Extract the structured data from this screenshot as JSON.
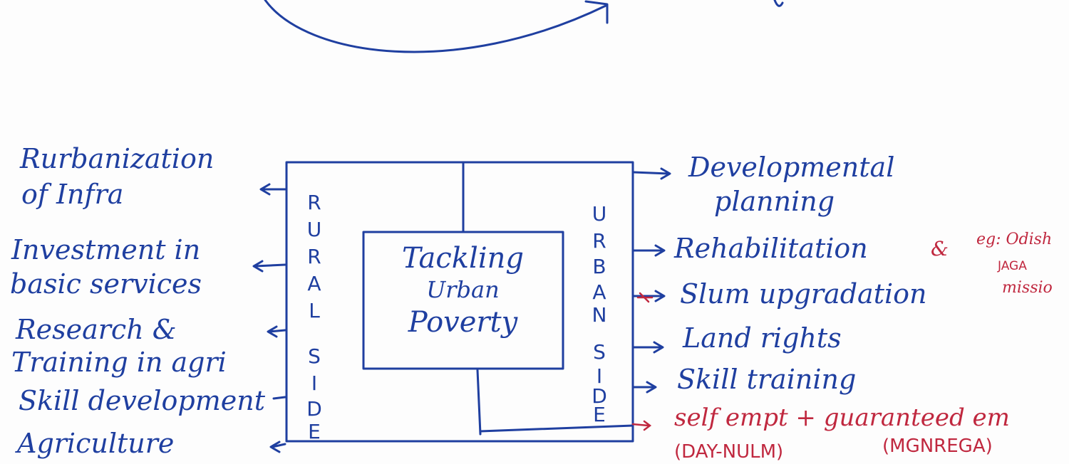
{
  "center": {
    "line1": "Tackling",
    "line2": "Urban",
    "line3": "Poverty"
  },
  "rural_side": {
    "letters": [
      "R",
      "U",
      "R",
      "A",
      "L",
      "S",
      "I",
      "D",
      "E"
    ]
  },
  "urban_side": {
    "letters": [
      "U",
      "R",
      "B",
      "A",
      "N",
      "S",
      "I",
      "D",
      "E"
    ]
  },
  "left_items": [
    {
      "line1": "Rurbanization",
      "line2": "of Infra"
    },
    {
      "line1": "Investment in",
      "line2": "basic services"
    },
    {
      "line1": "Research &",
      "line2": "Training in agri"
    },
    {
      "line1": "Skill development",
      "line2": ""
    },
    {
      "line1": "Agriculture",
      "line2": ""
    }
  ],
  "right_items": [
    {
      "line1": "Developmental",
      "line2": "planning"
    },
    {
      "line1": "Rehabilitation",
      "line2": ""
    },
    {
      "line1": "Slum upgradation",
      "line2": ""
    },
    {
      "line1": "Land rights",
      "line2": ""
    },
    {
      "line1": "Skill training",
      "line2": ""
    }
  ],
  "annotations": {
    "amp": "&",
    "example_line1": "eg: Odish",
    "example_line2": "JAGA",
    "example_line3": "missio",
    "self_empt": "self empt + guaranteed em",
    "day_nulm": "(DAY-NULM)",
    "mgnrega": "(MGNREGA)"
  },
  "colors": {
    "ink_blue": "#1f3fa0",
    "ink_red": "#c0283f",
    "paper": "#fdfdfd"
  }
}
